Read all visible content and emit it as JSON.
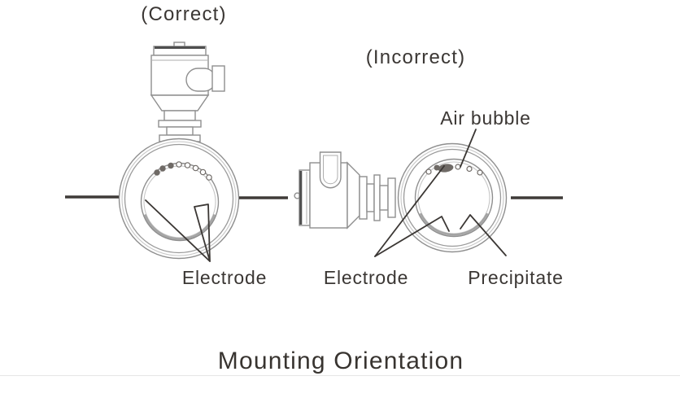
{
  "correct_section": {
    "label": "(Correct)"
  },
  "incorrect_section": {
    "label": "(Incorrect)"
  },
  "annotations": {
    "air_bubble": "Air bubble",
    "electrode_correct": "Electrode",
    "electrode_incorrect": "Electrode",
    "precipitate": "Precipitate"
  },
  "caption": {
    "title": "Mounting Orientation"
  },
  "colors": {
    "ink": "#3b3734",
    "device_outline": "#8f8f8f",
    "background": "#ffffff"
  }
}
